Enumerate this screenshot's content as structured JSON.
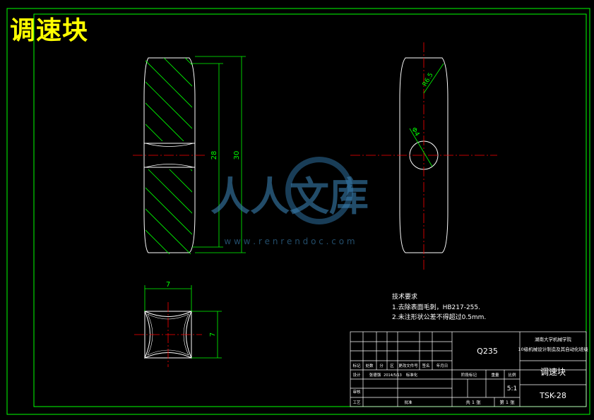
{
  "drawing_title": "调速块",
  "dimensions": {
    "inner_height": "28",
    "overall_height": "30",
    "arc_radius": "R6.5",
    "hole_diameter": "Φ4",
    "width_top_view": "7",
    "height_top_view": "7"
  },
  "tech_requirements": {
    "heading": "技术要求",
    "item1": "1.去除表面毛刺，HB217-255.",
    "item2": "2.未注形状公差不得超过0.5mm."
  },
  "title_block": {
    "material": "Q235",
    "school_line1": "湖南大学机械学院",
    "school_line2": "10级机械设计制造及其自动化班级",
    "part_name": "调速块",
    "drawing_no": "TSK-28",
    "scale": "5:1",
    "sheets_total": "共 1 张",
    "sheet_no": "第 1 张",
    "row1": [
      "标记",
      "处数",
      "分",
      "区",
      "更改文件号",
      "签名",
      "年月日"
    ],
    "row2_label": "设计",
    "row2_name": "张德强",
    "row2_date": "2014/5/13",
    "row2_std": "标准化",
    "stage_label": "阶段标记",
    "weight_label": "重量",
    "scale_label": "比例",
    "check_label": "审核",
    "process_label": "工艺",
    "approve_label": "批准"
  },
  "watermark": {
    "text": "人人文库",
    "url": "w w w . r e n r e n d o c . c o m"
  },
  "colors": {
    "background": "#000000",
    "outline": "#ffffff",
    "border": "#00ff00",
    "centerline": "#ff0000",
    "hatch": "#00ff00",
    "dimension": "#00ff00",
    "title": "#ffff00",
    "note_text": "#ffffff"
  }
}
